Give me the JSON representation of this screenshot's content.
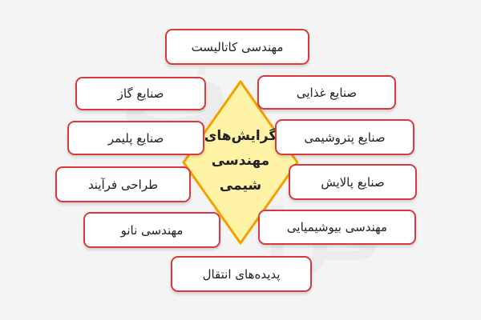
{
  "center": {
    "lines": [
      "گرایش‌های",
      "مهندسی",
      "شیمی"
    ]
  },
  "branches": [
    "مهندسی کاتالیست",
    "صنایع گاز",
    "صنایع غذایی",
    "صنایع پلیمر",
    "صنایع پتروشیمی",
    "طراحی فرآیند",
    "صنایع پالایش",
    "مهندسی نانو",
    "مهندسی بیوشیمیایی",
    "پدیده‌های انتقال"
  ],
  "colors": {
    "box_border": "#d7393c",
    "diamond_fill": "#fff3a6",
    "diamond_border": "#f5a000",
    "background": "#f4f4f4"
  }
}
